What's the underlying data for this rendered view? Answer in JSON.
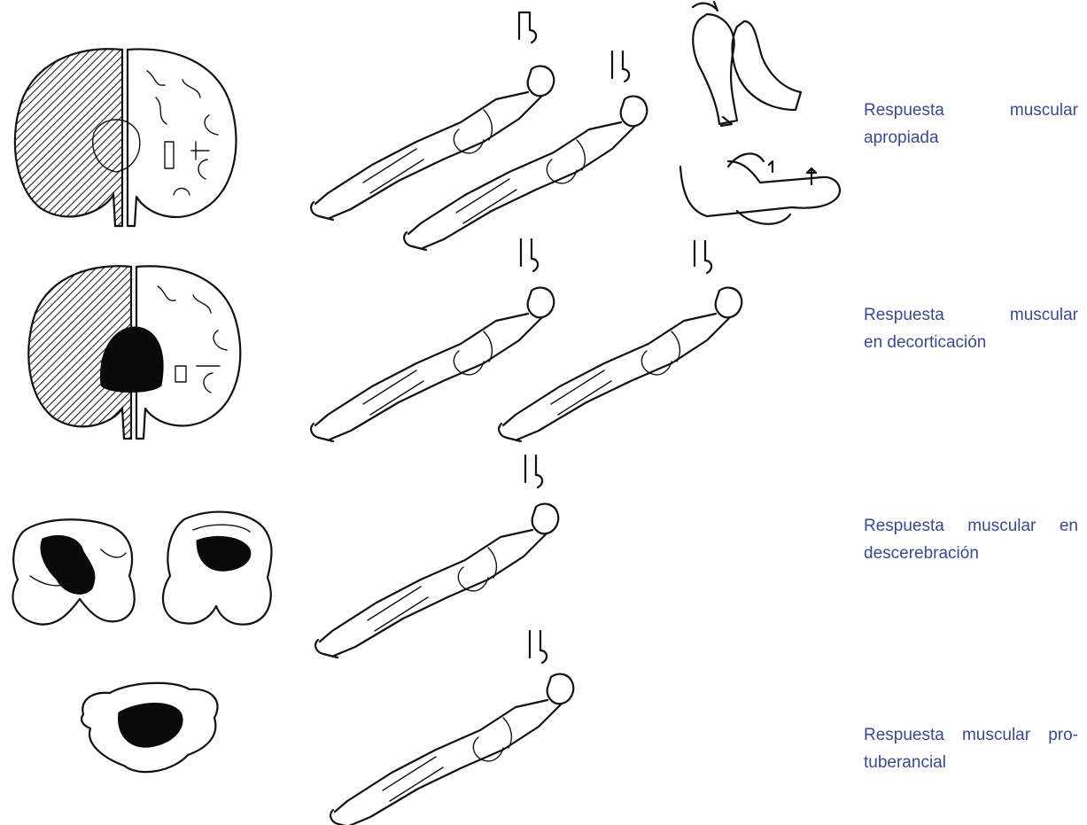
{
  "captions": [
    {
      "line1": "Respuesta muscular",
      "line2": "apropiada"
    },
    {
      "line1": "Respuesta muscular",
      "line2": "en decorticación"
    },
    {
      "line1": "Respuesta muscular en",
      "line2": "descerebración"
    },
    {
      "line1": "Respuesta muscular pro-",
      "line2": "tuberancial"
    }
  ],
  "colors": {
    "caption_text": "#3a4a8c",
    "ink": "#111111"
  }
}
